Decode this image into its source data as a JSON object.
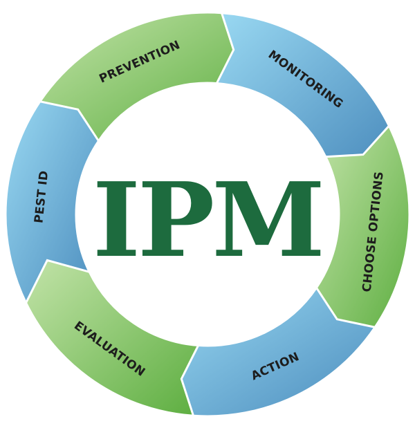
{
  "center_title": "IPM",
  "cycle": [
    {
      "id": "pest-id",
      "label": "PEST ID",
      "color": "blue"
    },
    {
      "id": "prevention",
      "label": "PREVENTION",
      "color": "green"
    },
    {
      "id": "monitoring",
      "label": "MONITORING",
      "color": "blue"
    },
    {
      "id": "choose-options",
      "label": "CHOOSE OPTIONS",
      "color": "green"
    },
    {
      "id": "action",
      "label": "ACTION",
      "color": "blue"
    },
    {
      "id": "evaluation",
      "label": "EVALUATION",
      "color": "green"
    }
  ],
  "colors": {
    "blue_light": "#8fd3f0",
    "blue_dark": "#4a8fc0",
    "green_light": "#b9dfa0",
    "green_dark": "#5aae3e",
    "title": "#1d6b3e"
  }
}
